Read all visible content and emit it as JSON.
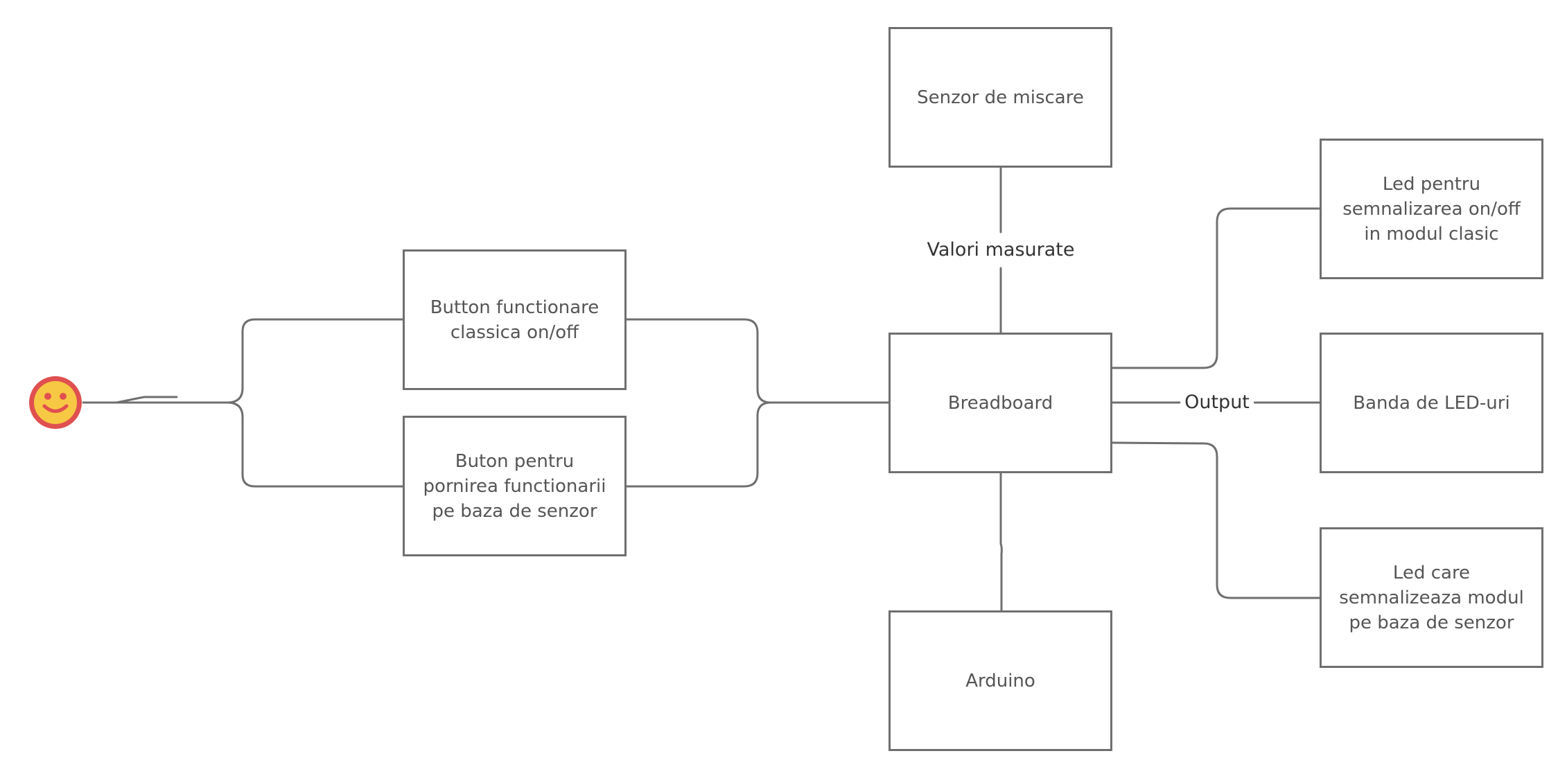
{
  "diagram": {
    "nodes": {
      "senzor": "Senzor de miscare",
      "button_clasic": "Button functionare\nclassica on/off",
      "buton_senzor": "Buton pentru\npornirea functionarii\npe baza de senzor",
      "breadboard": "Breadboard",
      "arduino": "Arduino",
      "led_onoff": "Led pentru\nsemnalizarea on/off\nin modul clasic",
      "banda_led": "Banda de LED-uri",
      "led_senzor": "Led care\nsemnalizeaza modul\npe baza de senzor"
    },
    "edge_labels": {
      "valori": "Valori masurate",
      "output": "Output"
    },
    "actor": {
      "icon": "smiley-face-icon"
    },
    "colors": {
      "line": "#6f6f6f",
      "box_border": "#6f6f6f",
      "smiley_fill": "#f7c843",
      "smiley_ring": "#e05050"
    }
  }
}
